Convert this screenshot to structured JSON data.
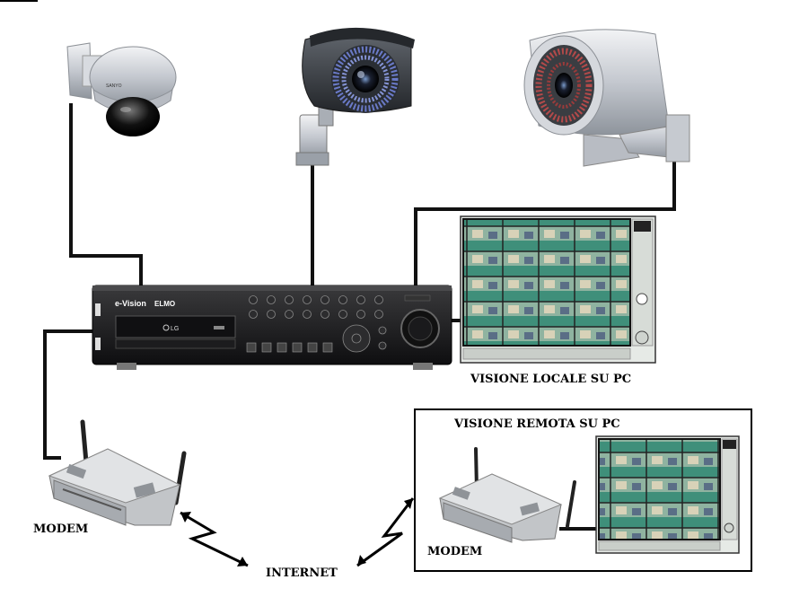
{
  "labels": {
    "local_view": "VISIONE LOCALE SU PC",
    "remote_view": "VISIONE REMOTA SU PC",
    "modem_left": "MODEM",
    "modem_right": "MODEM",
    "internet": "INTERNET"
  },
  "devices": {
    "dvr_brand": "e-Vision",
    "dvr_brand_suffix": "ELMO",
    "dome_brand": "SANYO",
    "drive_brand": "LG"
  },
  "colors": {
    "cable": "#111111",
    "frame": "#000000",
    "dvr_body": "#1e1e1e",
    "camera_silver": "#c9ccd2",
    "camera_dark": "#3a3d42",
    "ir_ring": "#6a7ac8",
    "screen_bg": "#e8ece8"
  },
  "icons": [
    "dome-camera",
    "bullet-camera",
    "outdoor-camera",
    "dvr-recorder",
    "monitor-screen",
    "wifi-modem",
    "lightning-link"
  ]
}
